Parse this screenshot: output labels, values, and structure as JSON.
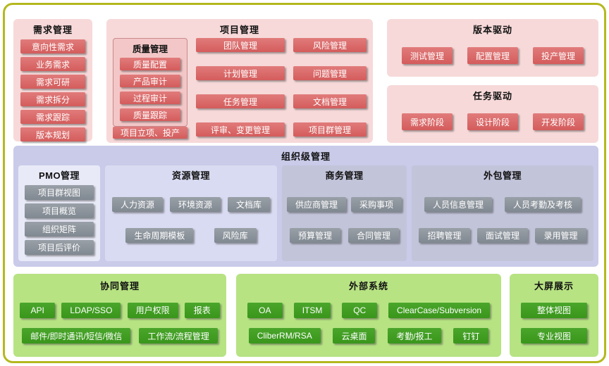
{
  "colors": {
    "frame_border": "#b4b81e",
    "pink_panel": "#f7d9d9",
    "quality_panel": "#f3c7c7",
    "red_button": "#d45c5c",
    "purple_panel": "#c9cbe9",
    "gray_button": "#8a9199",
    "green_panel": "#b7e383",
    "green_button": "#3f9b1f"
  },
  "requirements": {
    "title": "需求管理",
    "items": [
      "意向性需求",
      "业务需求",
      "需求可研",
      "需求拆分",
      "需求跟踪",
      "版本规划"
    ]
  },
  "project": {
    "title": "项目管理",
    "quality": {
      "title": "质量管理",
      "items": [
        "质量配置",
        "产品审计",
        "过程审计",
        "质量跟踪"
      ]
    },
    "setup": "项目立项、投产",
    "col1": [
      "团队管理",
      "计划管理",
      "任务管理",
      "评审、变更管理"
    ],
    "col2": [
      "风险管理",
      "问题管理",
      "文档管理",
      "项目群管理"
    ]
  },
  "version": {
    "title": "版本驱动",
    "items": [
      "测试管理",
      "配置管理",
      "投产管理"
    ]
  },
  "task": {
    "title": "任务驱动",
    "items": [
      "需求阶段",
      "设计阶段",
      "开发阶段"
    ]
  },
  "org": {
    "title": "组织级管理",
    "pmo": {
      "title": "PMO管理",
      "items": [
        "项目群视图",
        "项目概览",
        "组织矩阵",
        "项目后评价"
      ]
    },
    "resource": {
      "title": "资源管理",
      "row1": [
        "人力资源",
        "环境资源",
        "文档库"
      ],
      "row2": [
        "生命周期模板",
        "风险库"
      ]
    },
    "business": {
      "title": "商务管理",
      "row1": [
        "供应商管理",
        "采购事项"
      ],
      "row2": [
        "预算管理",
        "合同管理"
      ]
    },
    "outsourcing": {
      "title": "外包管理",
      "row1": [
        "人员信息管理",
        "人员考勤及考核"
      ],
      "row2": [
        "招聘管理",
        "面试管理",
        "录用管理"
      ]
    }
  },
  "collab": {
    "title": "协同管理",
    "row1": [
      "API",
      "LDAP/SSO",
      "用户权限",
      "报表"
    ],
    "row2": [
      "邮件/即时通讯/短信/微信",
      "工作流/流程管理"
    ]
  },
  "external": {
    "title": "外部系统",
    "row1": [
      "OA",
      "ITSM",
      "QC",
      "ClearCase/Subversion"
    ],
    "row2": [
      "CliberRM/RSA",
      "云桌面",
      "考勤/报工",
      "钉钉"
    ]
  },
  "display": {
    "title": "大屏展示",
    "items": [
      "整体视图",
      "专业视图"
    ]
  }
}
